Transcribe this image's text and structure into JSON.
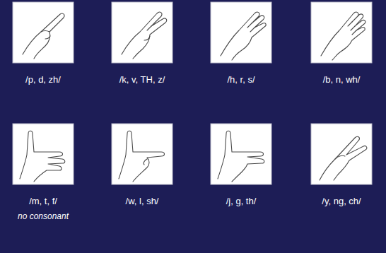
{
  "diagram": {
    "labels": [
      "/p, d, zh/",
      "/k, v, TH, z/",
      "/h, r, s/",
      "/b, n, wh/",
      "/m, t, f/",
      "no consonant",
      "/w, l, sh/",
      "/j, g, th/",
      "/y, ng, ch/"
    ]
  }
}
